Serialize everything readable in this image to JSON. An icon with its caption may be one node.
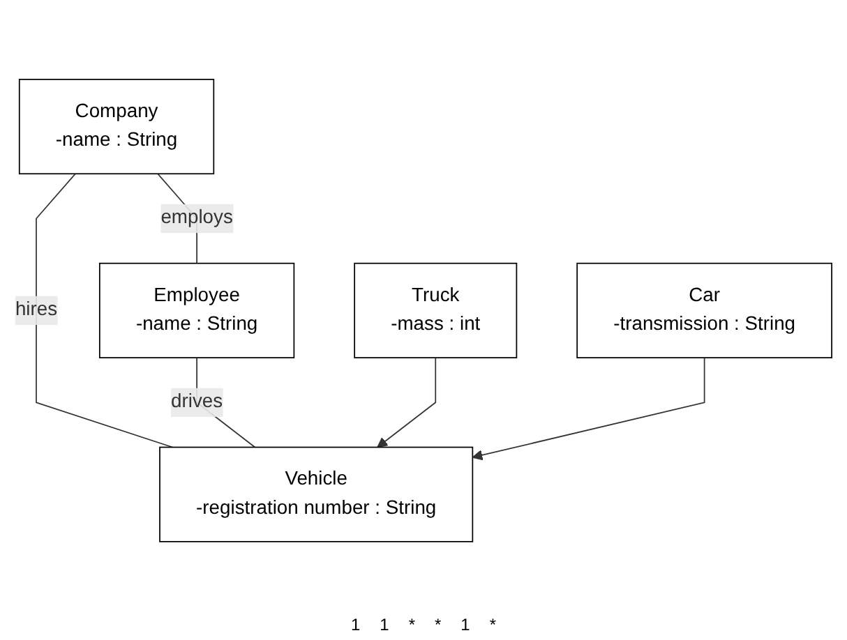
{
  "diagram": {
    "nodes": [
      {
        "text": [
          "Company",
          "-name : String"
        ]
      },
      {
        "text": [
          "Employee",
          "-name : String"
        ]
      },
      {
        "text": [
          "Vehicle",
          "-registration number : String"
        ]
      },
      {
        "text": [
          "Truck",
          "-mass : int"
        ]
      },
      {
        "text": [
          "Car",
          "-transmission : String"
        ]
      }
    ],
    "edges": [
      {
        "from": 0,
        "to": 2,
        "arrow": "none",
        "label": "hires"
      },
      {
        "from": 0,
        "to": 1,
        "arrow": "none",
        "label": "employs"
      },
      {
        "from": 1,
        "to": 2,
        "arrow": "none",
        "label": "drives"
      },
      {
        "from": 3,
        "to": 2,
        "arrow": "to"
      },
      {
        "from": 4,
        "to": 2,
        "arrow": "to"
      }
    ],
    "labels": [
      "1",
      "1",
      "*",
      "*",
      "1",
      "*"
    ]
  }
}
